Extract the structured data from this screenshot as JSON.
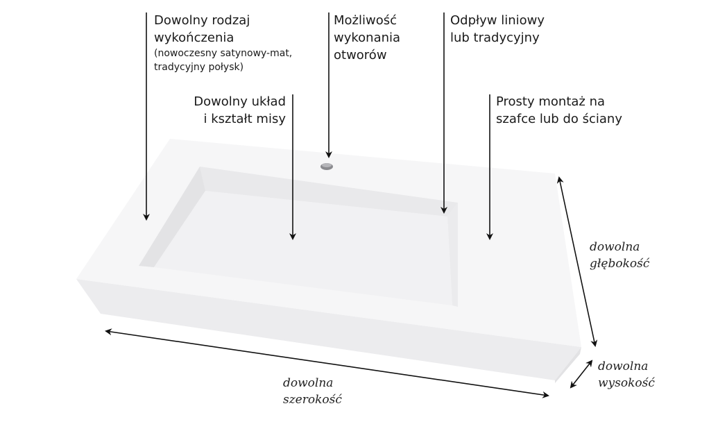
{
  "labels": {
    "finish": {
      "line1": "Dowolny rodzaj",
      "line2": "wykończenia",
      "note1": "(nowoczesny satynowy-mat,",
      "note2": "tradycyjny połysk)"
    },
    "holes": {
      "line1": "Możliwość",
      "line2": "wykonania",
      "line3": "otworów"
    },
    "drain": {
      "line1": "Odpływ liniowy",
      "line2": "lub tradycyjny"
    },
    "bowl": {
      "line1": "Dowolny układ",
      "line2": "i kształt misy"
    },
    "mounting": {
      "line1": "Prosty montaż na",
      "line2": "szafce lub do ściany"
    }
  },
  "dimensions": {
    "depth": {
      "line1": "dowolna",
      "line2": "głębokość"
    },
    "height": {
      "line1": "dowolna",
      "line2": "wysokość"
    },
    "width": {
      "line1": "dowolna",
      "line2": "szerokość"
    }
  }
}
